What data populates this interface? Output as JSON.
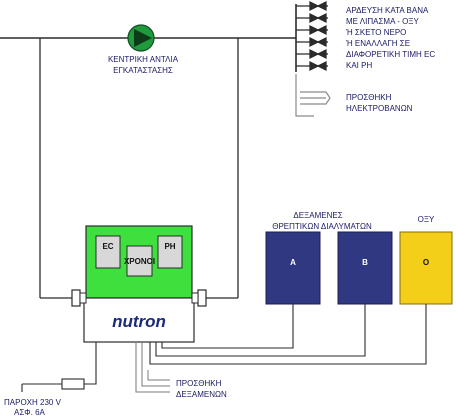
{
  "pump": {
    "label_line1": "ΚΕΝΤΡΙΚΗ ΑΝΤΛΙΑ",
    "label_line2": "ΕΓΚΑΤΑΣΤΑΣΗΣ"
  },
  "irrigation_note": {
    "lines": [
      "ΑΡΔΕΥΣΗ ΚΑΤΑ ΒΑΝΑ",
      "ΜΕ ΛΙΠΑΣΜΑ - ΟΞΥ",
      "Ή ΣΚΕΤΟ ΝΕΡΟ",
      "Ή ΕΝΑΛΛΑΓΗ ΣΕ",
      "ΔΙΑΦΟΡΕΤΙΚΗ ΤΙΜΗ EC",
      "ΚΑΙ PH"
    ]
  },
  "add_valves": {
    "line1": "ΠΡΟΣΘΗΚΗ",
    "line2": "ΗΛΕΚΤΡΟΒΑΝΩΝ"
  },
  "tanks_header": {
    "line1": "ΔΕΞΑΜΕΝΕΣ",
    "line2": "ΘΡΕΠΤΙΚΩΝ ΔΙΑΛΥΜΑΤΩΝ"
  },
  "acid_header": "ΟΞΥ",
  "tanks": {
    "a": "A",
    "b": "B",
    "acid": "O"
  },
  "controller": {
    "ec": "EC",
    "timers": "ΧΡΟΝΟΙ",
    "ph": "PH",
    "brand": "nutron"
  },
  "power": {
    "line1": "ΠΑΡΟΧΗ 230 V",
    "line2": "ΑΣΦ. 6A"
  },
  "add_tanks": {
    "line1": "ΠΡΟΣΘΗΚΗ",
    "line2": "ΔΕΞΑΜΕΝΩΝ"
  },
  "colors": {
    "line": "#2b2b2b",
    "controller_green": "#3ee03e",
    "tank_blue": "#2f3880",
    "acid_yellow": "#f4cf1a",
    "pump_green": "#1f9a3c",
    "text_blue": "#1a1a66"
  }
}
